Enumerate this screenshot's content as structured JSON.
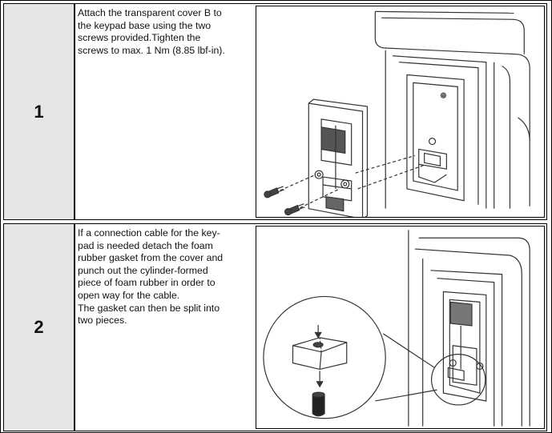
{
  "steps": [
    {
      "number": "1",
      "text": "Attach the transparent cover B to\nthe keypad base using the two\nscrews provided.Tighten the\nscrews to max. 1 Nm (8.85 lbf-in)."
    },
    {
      "number": "2",
      "text": "If a connection cable for the key-\npad is needed detach the foam\nrubber gasket from the cover and\npunch out the cylinder-formed\npiece of foam rubber in order to\nopen way for the cable.\nThe gasket can then be split into\ntwo pieces."
    }
  ]
}
